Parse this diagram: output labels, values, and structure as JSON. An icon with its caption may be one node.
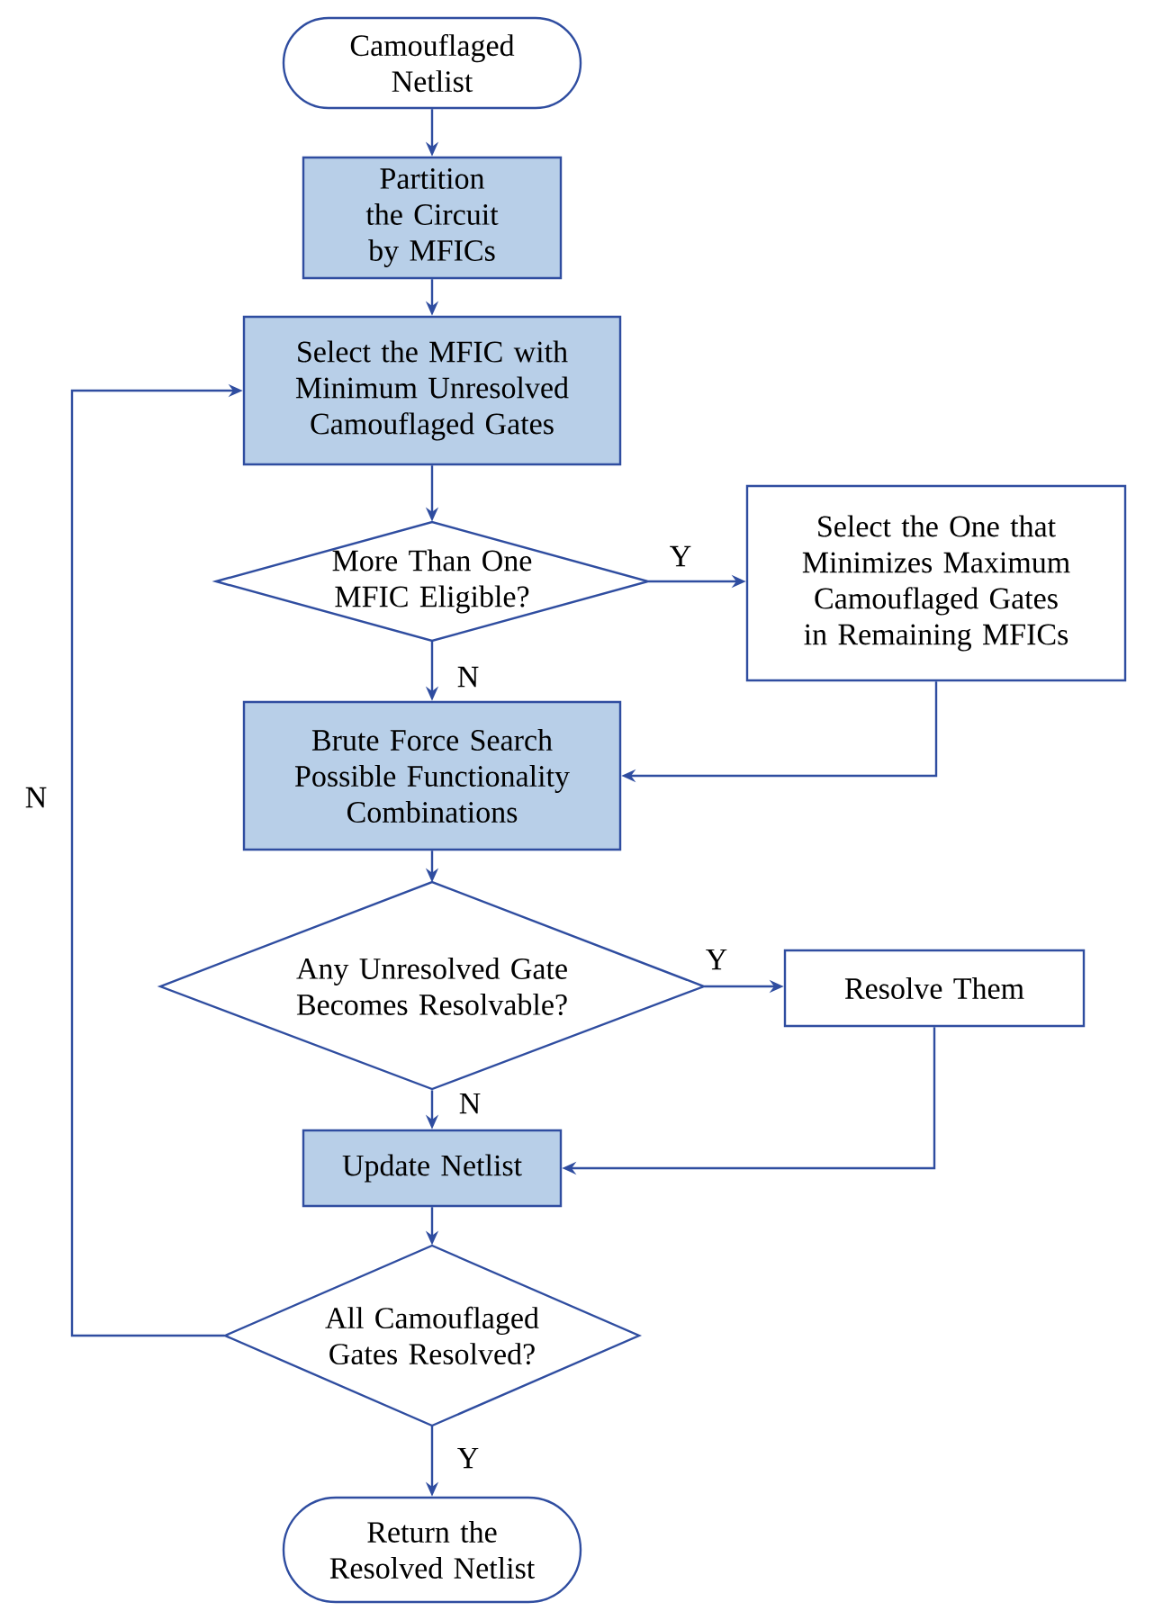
{
  "diagram": {
    "nodes": [
      {
        "text": [
          "Camouflaged Netlist"
        ]
      },
      {
        "text": [
          "Partition the Circuit by MFICs"
        ]
      },
      {
        "text": [
          "Select the MFIC with Minimum Unresolved Camouflaged Gates"
        ]
      },
      {
        "text": [
          "More Than One MFIC Eligible?"
        ]
      },
      {
        "text": [
          "Select the One that Minimizes Maximum Camouflaged Gates in Remaining MFICs"
        ]
      },
      {
        "text": [
          "Brute Force Search Possible Functionality Combinations"
        ]
      },
      {
        "text": [
          "Any Unresolved Gate Becomes Resolvable?"
        ]
      },
      {
        "text": [
          "Resolve Them"
        ]
      },
      {
        "text": [
          "Update Netlist"
        ]
      },
      {
        "text": [
          "All Camouflaged Gates Resolved?"
        ]
      },
      {
        "text": [
          "Return the Resolved Netlist"
        ]
      }
    ],
    "edges": [
      {
        "from": 0,
        "to": 1,
        "arrow": "to"
      },
      {
        "from": 1,
        "to": 2,
        "arrow": "to"
      },
      {
        "from": 2,
        "to": 3,
        "arrow": "to"
      },
      {
        "from": 3,
        "to": 4,
        "arrow": "to",
        "label": "Y"
      },
      {
        "from": 3,
        "to": 5,
        "arrow": "to",
        "label": "N"
      },
      {
        "from": 4,
        "to": 5,
        "arrow": "to"
      },
      {
        "from": 5,
        "to": 6,
        "arrow": "to"
      },
      {
        "from": 6,
        "to": 7,
        "arrow": "to",
        "label": "Y"
      },
      {
        "from": 6,
        "to": 8,
        "arrow": "to",
        "label": "N"
      },
      {
        "from": 7,
        "to": 8,
        "arrow": "to"
      },
      {
        "from": 8,
        "to": 9,
        "arrow": "to"
      },
      {
        "from": 9,
        "to": 10,
        "arrow": "to",
        "label": "Y"
      },
      {
        "from": 9,
        "to": 2,
        "arrow": "to",
        "label": "N"
      }
    ]
  }
}
